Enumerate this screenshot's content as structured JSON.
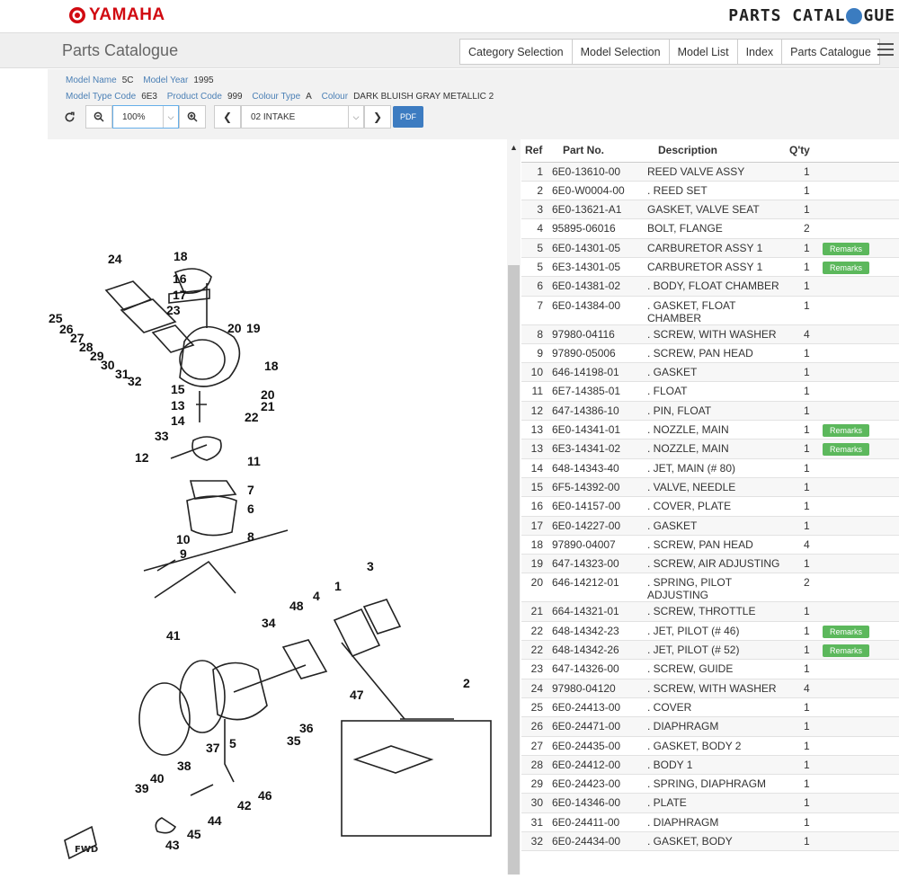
{
  "header": {
    "logo_text": "YAMAHA",
    "brand_left": "PARTS CATAL",
    "brand_right": "GUE"
  },
  "nav": {
    "title": "Parts Catalogue",
    "tabs": [
      "Category Selection",
      "Model Selection",
      "Model List",
      "Index",
      "Parts Catalogue"
    ]
  },
  "info": {
    "model_name_label": "Model Name",
    "model_name": "5C",
    "model_year_label": "Model Year",
    "model_year": "1995",
    "model_type_label": "Model Type Code",
    "model_type": "6E3",
    "product_code_label": "Product Code",
    "product_code": "999",
    "colour_type_label": "Colour Type",
    "colour_type": "A",
    "colour_label": "Colour",
    "colour": "DARK BLUISH GRAY METALLIC 2"
  },
  "toolbar": {
    "zoom": "100%",
    "section": "02 INTAKE",
    "pdf_label": "PDF"
  },
  "table": {
    "headers": {
      "ref": "Ref",
      "part": "Part No.",
      "desc": "Description",
      "qty": "Q'ty"
    },
    "remarks_label": "Remarks",
    "rows": [
      {
        "ref": "1",
        "part": "6E0-13610-00",
        "desc": "REED VALVE ASSY",
        "qty": "1",
        "remarks": false
      },
      {
        "ref": "2",
        "part": "6E0-W0004-00",
        "desc": ". REED SET",
        "qty": "1",
        "remarks": false
      },
      {
        "ref": "3",
        "part": "6E0-13621-A1",
        "desc": "GASKET, VALVE SEAT",
        "qty": "1",
        "remarks": false
      },
      {
        "ref": "4",
        "part": "95895-06016",
        "desc": "BOLT, FLANGE",
        "qty": "2",
        "remarks": false
      },
      {
        "ref": "5",
        "part": "6E0-14301-05",
        "desc": "CARBURETOR ASSY 1",
        "qty": "1",
        "remarks": true
      },
      {
        "ref": "5",
        "part": "6E3-14301-05",
        "desc": "CARBURETOR ASSY 1",
        "qty": "1",
        "remarks": true
      },
      {
        "ref": "6",
        "part": "6E0-14381-02",
        "desc": ". BODY, FLOAT CHAMBER",
        "qty": "1",
        "remarks": false
      },
      {
        "ref": "7",
        "part": "6E0-14384-00",
        "desc": ". GASKET, FLOAT CHAMBER",
        "qty": "1",
        "remarks": false
      },
      {
        "ref": "8",
        "part": "97980-04116",
        "desc": ". SCREW, WITH WASHER",
        "qty": "4",
        "remarks": false
      },
      {
        "ref": "9",
        "part": "97890-05006",
        "desc": ". SCREW, PAN HEAD",
        "qty": "1",
        "remarks": false
      },
      {
        "ref": "10",
        "part": "646-14198-01",
        "desc": ". GASKET",
        "qty": "1",
        "remarks": false
      },
      {
        "ref": "11",
        "part": "6E7-14385-01",
        "desc": ". FLOAT",
        "qty": "1",
        "remarks": false
      },
      {
        "ref": "12",
        "part": "647-14386-10",
        "desc": ". PIN, FLOAT",
        "qty": "1",
        "remarks": false
      },
      {
        "ref": "13",
        "part": "6E0-14341-01",
        "desc": ". NOZZLE, MAIN",
        "qty": "1",
        "remarks": true
      },
      {
        "ref": "13",
        "part": "6E3-14341-02",
        "desc": ". NOZZLE, MAIN",
        "qty": "1",
        "remarks": true
      },
      {
        "ref": "14",
        "part": "648-14343-40",
        "desc": ". JET, MAIN (# 80)",
        "qty": "1",
        "remarks": false
      },
      {
        "ref": "15",
        "part": "6F5-14392-00",
        "desc": ". VALVE, NEEDLE",
        "qty": "1",
        "remarks": false
      },
      {
        "ref": "16",
        "part": "6E0-14157-00",
        "desc": ". COVER, PLATE",
        "qty": "1",
        "remarks": false
      },
      {
        "ref": "17",
        "part": "6E0-14227-00",
        "desc": ". GASKET",
        "qty": "1",
        "remarks": false
      },
      {
        "ref": "18",
        "part": "97890-04007",
        "desc": ". SCREW, PAN HEAD",
        "qty": "4",
        "remarks": false
      },
      {
        "ref": "19",
        "part": "647-14323-00",
        "desc": ". SCREW, AIR ADJUSTING",
        "qty": "1",
        "remarks": false
      },
      {
        "ref": "20",
        "part": "646-14212-01",
        "desc": ". SPRING, PILOT ADJUSTING",
        "qty": "2",
        "remarks": false
      },
      {
        "ref": "21",
        "part": "664-14321-01",
        "desc": ". SCREW, THROTTLE",
        "qty": "1",
        "remarks": false
      },
      {
        "ref": "22",
        "part": "648-14342-23",
        "desc": ". JET, PILOT (# 46)",
        "qty": "1",
        "remarks": true
      },
      {
        "ref": "22",
        "part": "648-14342-26",
        "desc": ". JET, PILOT (# 52)",
        "qty": "1",
        "remarks": true
      },
      {
        "ref": "23",
        "part": "647-14326-00",
        "desc": ". SCREW, GUIDE",
        "qty": "1",
        "remarks": false
      },
      {
        "ref": "24",
        "part": "97980-04120",
        "desc": ". SCREW, WITH WASHER",
        "qty": "4",
        "remarks": false
      },
      {
        "ref": "25",
        "part": "6E0-24413-00",
        "desc": ". COVER",
        "qty": "1",
        "remarks": false
      },
      {
        "ref": "26",
        "part": "6E0-24471-00",
        "desc": ". DIAPHRAGM",
        "qty": "1",
        "remarks": false
      },
      {
        "ref": "27",
        "part": "6E0-24435-00",
        "desc": ". GASKET, BODY 2",
        "qty": "1",
        "remarks": false
      },
      {
        "ref": "28",
        "part": "6E0-24412-00",
        "desc": ". BODY 1",
        "qty": "1",
        "remarks": false
      },
      {
        "ref": "29",
        "part": "6E0-24423-00",
        "desc": ". SPRING, DIAPHRAGM",
        "qty": "1",
        "remarks": false
      },
      {
        "ref": "30",
        "part": "6E0-14346-00",
        "desc": ". PLATE",
        "qty": "1",
        "remarks": false
      },
      {
        "ref": "31",
        "part": "6E0-24411-00",
        "desc": ". DIAPHRAGM",
        "qty": "1",
        "remarks": false
      },
      {
        "ref": "32",
        "part": "6E0-24434-00",
        "desc": ". GASKET, BODY",
        "qty": "1",
        "remarks": false
      }
    ]
  },
  "diagram": {
    "callouts": [
      "18",
      "24",
      "16",
      "17",
      "23",
      "25",
      "26",
      "27",
      "28",
      "29",
      "30",
      "31",
      "32",
      "20",
      "19",
      "18",
      "15",
      "20",
      "13",
      "21",
      "22",
      "14",
      "33",
      "12",
      "11",
      "7",
      "6",
      "10",
      "8",
      "9",
      "3",
      "1",
      "48",
      "4",
      "34",
      "41",
      "2",
      "47",
      "36",
      "35",
      "37",
      "5",
      "38",
      "40",
      "46",
      "39",
      "42",
      "44",
      "45",
      "43"
    ],
    "fwd_label": "FWD"
  }
}
